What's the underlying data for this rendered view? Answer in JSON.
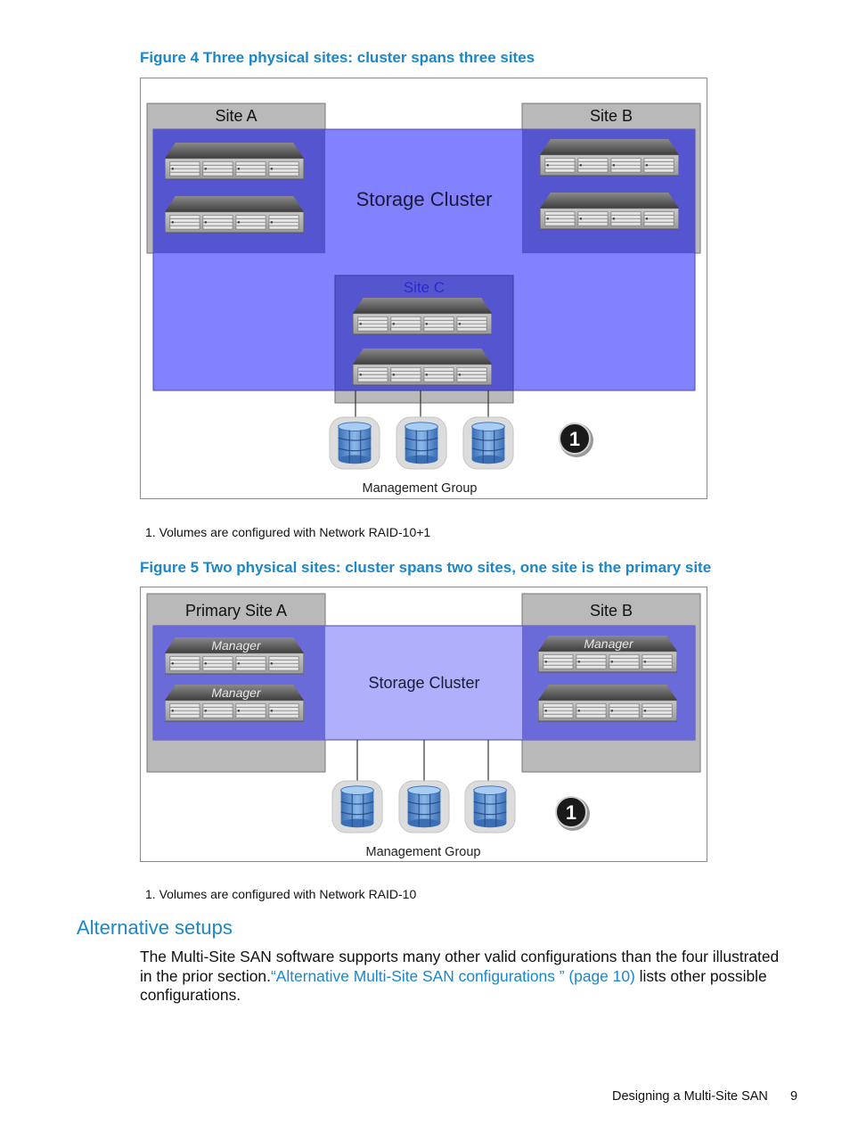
{
  "figure4": {
    "caption": "Figure 4 Three physical sites: cluster spans three sites",
    "site_a": "Site A",
    "site_b": "Site B",
    "site_c": "Site C",
    "cluster_label": "Storage Cluster",
    "mgmt_label": "Management Group",
    "callout": "1",
    "note": "1. Volumes are configured with Network RAID-10+1"
  },
  "figure5": {
    "caption": "Figure 5 Two physical sites: cluster spans two sites, one site is the primary site",
    "site_a": "Primary Site A",
    "site_b": "Site B",
    "cluster_label": "Storage Cluster",
    "manager_label": "Manager",
    "mgmt_label": "Management Group",
    "callout": "1",
    "note": "1. Volumes are configured with Network RAID-10"
  },
  "section": {
    "heading": "Alternative setups",
    "text_before": "The Multi-Site SAN software supports many other valid configurations than the four illustrated in the prior section.",
    "link_text": "“Alternative Multi-Site SAN configurations ” (page 10)",
    "text_after": " lists other possible configurations."
  },
  "footer": {
    "title": "Designing a Multi-Site SAN",
    "page": "9"
  }
}
